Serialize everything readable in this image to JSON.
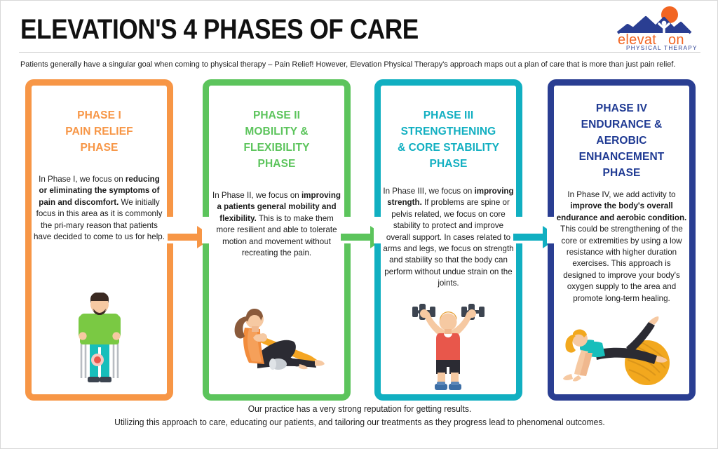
{
  "header": {
    "title": "ELEVATION'S 4 PHASES OF CARE",
    "intro": "Patients generally have a singular goal when coming to physical therapy – Pain Relief! However, Elevation Physical Therapy's approach maps out a plan of care that is more than just pain relief.",
    "logo": {
      "wordmark": "elevat",
      "wordmark_tail": "on",
      "tagline": "PHYSICAL THERAPY",
      "sun_color": "#F26522",
      "mountain_color": "#2A3E92",
      "text_color": "#F26522"
    }
  },
  "colors": {
    "phase1": "#F79646",
    "phase2": "#5CC45C",
    "phase3": "#11AFC1",
    "phase4": "#2A3E92",
    "phase4_text": "#1F3A93",
    "body_text": "#1a1a1a"
  },
  "phases": [
    {
      "id": "phase-1",
      "heading": "PHASE I\nPAIN RELIEF\nPHASE",
      "heading_lines": [
        "PHASE I",
        "PAIN RELIEF",
        "PHASE"
      ],
      "body_pre": "In Phase I, we focus on ",
      "body_bold": "reducing or eliminating the symptoms of pain and discomfort.",
      "body_post": " We initially focus in this area as it is commonly the pri-mary reason that patients have decided to come to us for help.",
      "color": "#F79646",
      "illustration": "man-on-crutches-illustration"
    },
    {
      "id": "phase-2",
      "heading": "PHASE II\nMOBILITY &\nFLEXIBILITY\nPHASE",
      "heading_lines": [
        "PHASE II",
        "MOBILITY &",
        "FLEXIBILITY",
        "PHASE"
      ],
      "body_pre": "In Phase II, we focus on ",
      "body_bold": "improving a patients general mobility and flexibility.",
      "body_post": " This is to make them more resilient and able to tolerate motion and movement without recreating the pain.",
      "color": "#5CC45C",
      "illustration": "woman-stretching-with-band-illustration"
    },
    {
      "id": "phase-3",
      "heading": "PHASE III\nSTRENGTHENING\n& CORE STABILITY\nPHASE",
      "heading_lines": [
        "PHASE III",
        "STRENGTHENING",
        "& CORE STABILITY",
        "PHASE"
      ],
      "body_pre": "In Phase III, we focus on ",
      "body_bold": "improving strength.",
      "body_post": " If problems are spine or pelvis related, we focus on core stability to protect and improve overall support. In cases related to arms and legs, we focus on strength and stability so that the body can perform without undue strain on the joints.",
      "color": "#11AFC1",
      "illustration": "man-lifting-dumbbells-illustration"
    },
    {
      "id": "phase-4",
      "heading": "PHASE IV\nENDURANCE &\nAEROBIC\nENHANCEMENT\nPHASE",
      "heading_lines": [
        "PHASE IV",
        "ENDURANCE &",
        "AEROBIC",
        "ENHANCEMENT",
        "PHASE"
      ],
      "body_pre": "In Phase IV, we add activity to ",
      "body_bold": "improve the body's overall endurance and aerobic condition.",
      "body_post": " This could be strengthening of the core or extremities by using a low resistance with higher duration exercises. This approach is designed to improve your body's oxygen supply to the area and promote long-term healing.",
      "color": "#2A3E92",
      "illustration": "woman-plank-on-exercise-ball-illustration"
    }
  ],
  "arrows": [
    {
      "id": "arrow-1",
      "from": "phase-1",
      "to": "phase-2",
      "color": "#F79646"
    },
    {
      "id": "arrow-2",
      "from": "phase-2",
      "to": "phase-3",
      "color": "#5CC45C"
    },
    {
      "id": "arrow-3",
      "from": "phase-3",
      "to": "phase-4",
      "color": "#11AFC1"
    }
  ],
  "footer": {
    "line1": "Our practice has a very strong reputation for getting results.",
    "line2": "Utilizing this approach to care, educating our patients, and tailoring our treatments as they progress lead to phenomenal outcomes."
  }
}
